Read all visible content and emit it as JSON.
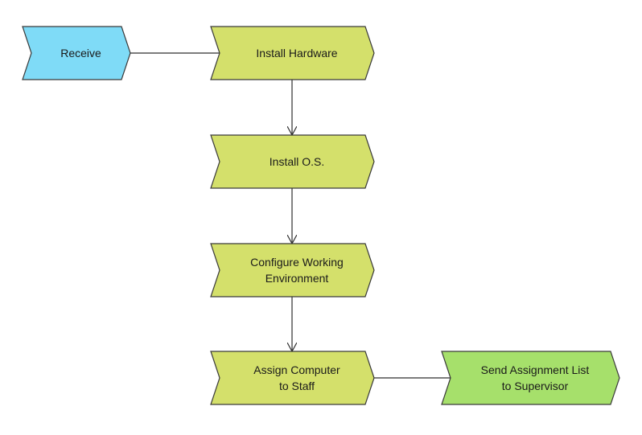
{
  "diagram": {
    "nodes": [
      {
        "id": "receive",
        "lines": [
          "Receive"
        ],
        "fill": "#7fdbf7"
      },
      {
        "id": "install-hardware",
        "lines": [
          "Install Hardware"
        ],
        "fill": "#d4e06b"
      },
      {
        "id": "install-os",
        "lines": [
          "Install O.S."
        ],
        "fill": "#d4e06b"
      },
      {
        "id": "configure-env",
        "lines": [
          "Configure Working",
          "Environment"
        ],
        "fill": "#d4e06b"
      },
      {
        "id": "assign-computer",
        "lines": [
          "Assign Computer",
          "to Staff"
        ],
        "fill": "#d4e06b"
      },
      {
        "id": "send-list",
        "lines": [
          "Send Assignment List",
          "to Supervisor"
        ],
        "fill": "#a6e06b"
      }
    ],
    "edges": [
      {
        "from": "receive",
        "to": "install-hardware"
      },
      {
        "from": "install-hardware",
        "to": "install-os"
      },
      {
        "from": "install-os",
        "to": "configure-env"
      },
      {
        "from": "configure-env",
        "to": "assign-computer"
      },
      {
        "from": "assign-computer",
        "to": "send-list"
      }
    ]
  }
}
